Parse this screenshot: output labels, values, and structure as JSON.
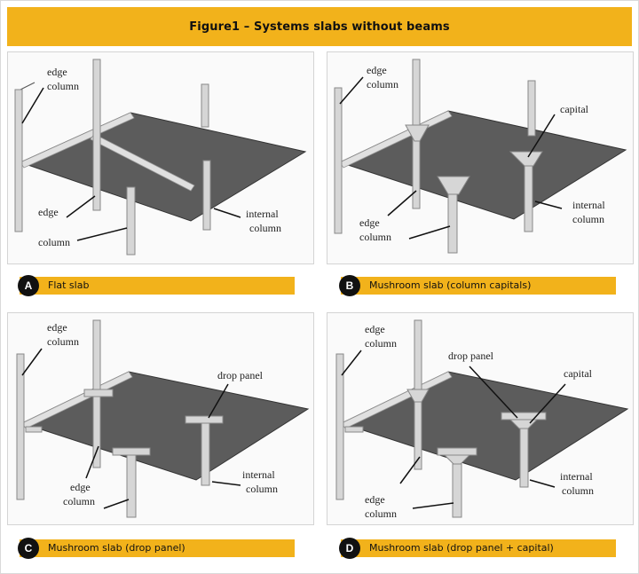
{
  "title": "Figure1 – Systems slabs without beams",
  "colors": {
    "accent": "#f2b21b",
    "slab": "#5c5c5c",
    "column": "#d6d6d6"
  },
  "panels": [
    {
      "badge": "A",
      "caption": "Flat slab",
      "labels": {
        "edge_column_top": [
          "edge",
          "column"
        ],
        "edge_column_bottom": [
          "edge",
          "column"
        ],
        "internal_column": [
          "internal",
          "column"
        ]
      }
    },
    {
      "badge": "B",
      "caption": "Mushroom slab (column capitals)",
      "labels": {
        "edge_column_top": [
          "edge",
          "column"
        ],
        "capital": "capital",
        "edge_column_bottom": [
          "edge",
          "column"
        ],
        "internal_column": [
          "internal",
          "column"
        ]
      }
    },
    {
      "badge": "C",
      "caption": "Mushroom slab (drop panel)",
      "labels": {
        "edge_column_top": [
          "edge",
          "column"
        ],
        "drop_panel": "drop panel",
        "edge_column_bottom": [
          "edge",
          "column"
        ],
        "internal_column": [
          "internal",
          "column"
        ]
      }
    },
    {
      "badge": "D",
      "caption": "Mushroom slab (drop panel + capital)",
      "labels": {
        "edge_column_top": [
          "edge",
          "column"
        ],
        "drop_panel": "drop panel",
        "capital": "capital",
        "edge_column_bottom": [
          "edge",
          "column"
        ],
        "internal_column": [
          "internal",
          "column"
        ]
      }
    }
  ]
}
